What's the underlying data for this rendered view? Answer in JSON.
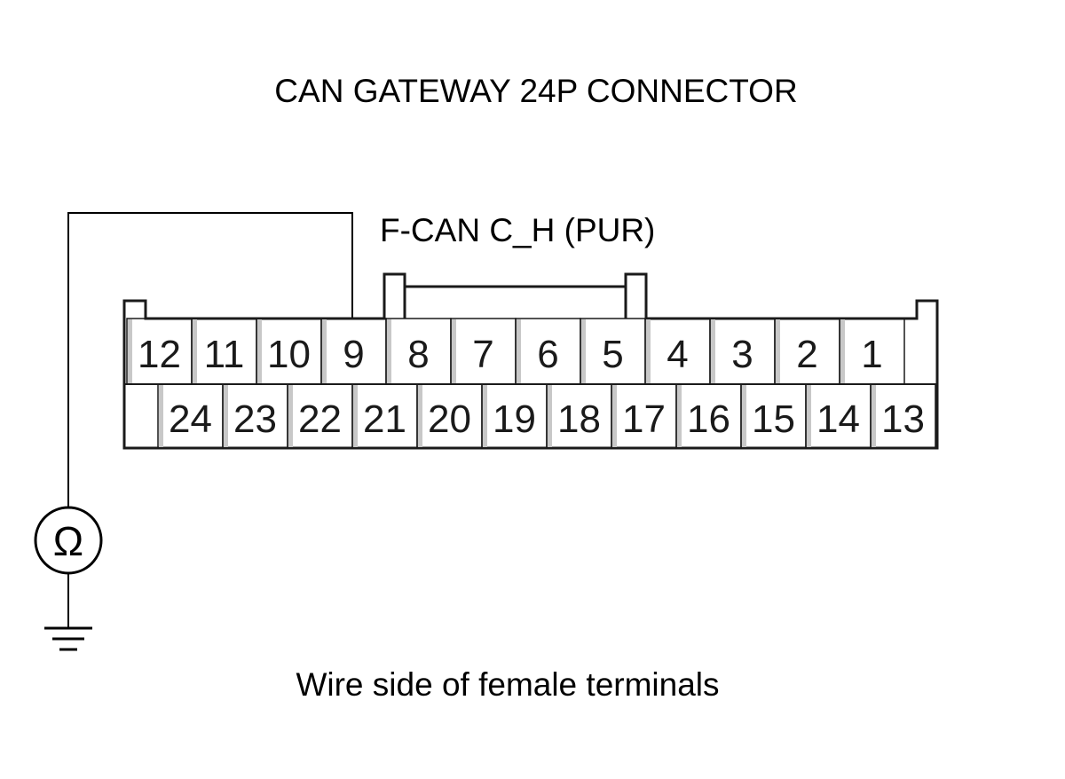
{
  "title": "CAN GATEWAY 24P CONNECTOR",
  "wire_label": "F-CAN C_H (PUR)",
  "footer": "Wire side of female terminals",
  "meter_symbol": "Ω",
  "connected_pin": "9",
  "connector": {
    "top_row": [
      "12",
      "11",
      "10",
      "9",
      "8",
      "7",
      "6",
      "5",
      "4",
      "3",
      "2",
      "1"
    ],
    "bottom_row": [
      "24",
      "23",
      "22",
      "21",
      "20",
      "19",
      "18",
      "17",
      "16",
      "15",
      "14",
      "13"
    ]
  }
}
